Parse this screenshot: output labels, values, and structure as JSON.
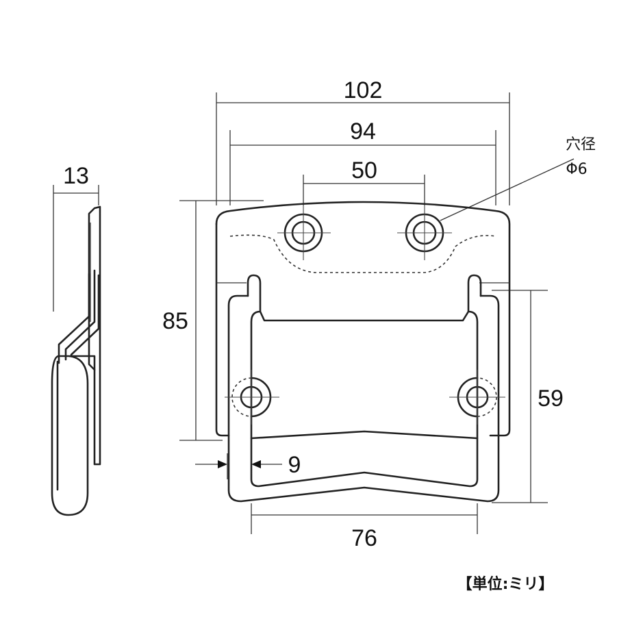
{
  "dimensions": {
    "overall_width": "102",
    "mount_hole_pitch_outer": "94",
    "top_hole_pitch": "50",
    "height": "85",
    "handle_drop": "59",
    "handle_thickness": "9",
    "handle_inner_width": "76",
    "side_thickness": "13"
  },
  "hole_note": {
    "line1": "穴径",
    "line2": "Φ6"
  },
  "unit_label": "【単位:ミリ】"
}
